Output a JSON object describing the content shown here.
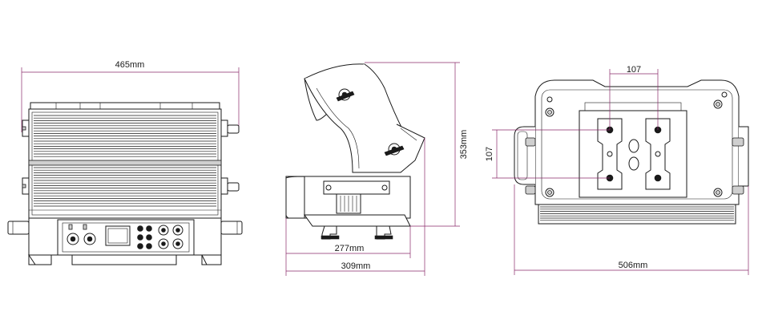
{
  "diagram": {
    "views": [
      {
        "id": "front",
        "dimensions": {
          "width": "465mm"
        }
      },
      {
        "id": "side",
        "dimensions": {
          "height": "353mm",
          "base_depth": "277mm",
          "total_depth": "309mm"
        }
      },
      {
        "id": "rear",
        "dimensions": {
          "hole_spacing_horizontal": "107",
          "hole_spacing_vertical": "107",
          "width": "506mm"
        }
      }
    ]
  },
  "colors": {
    "line": "#1a1a1a",
    "dimension": "#8a2a6a",
    "background": "#ffffff"
  }
}
